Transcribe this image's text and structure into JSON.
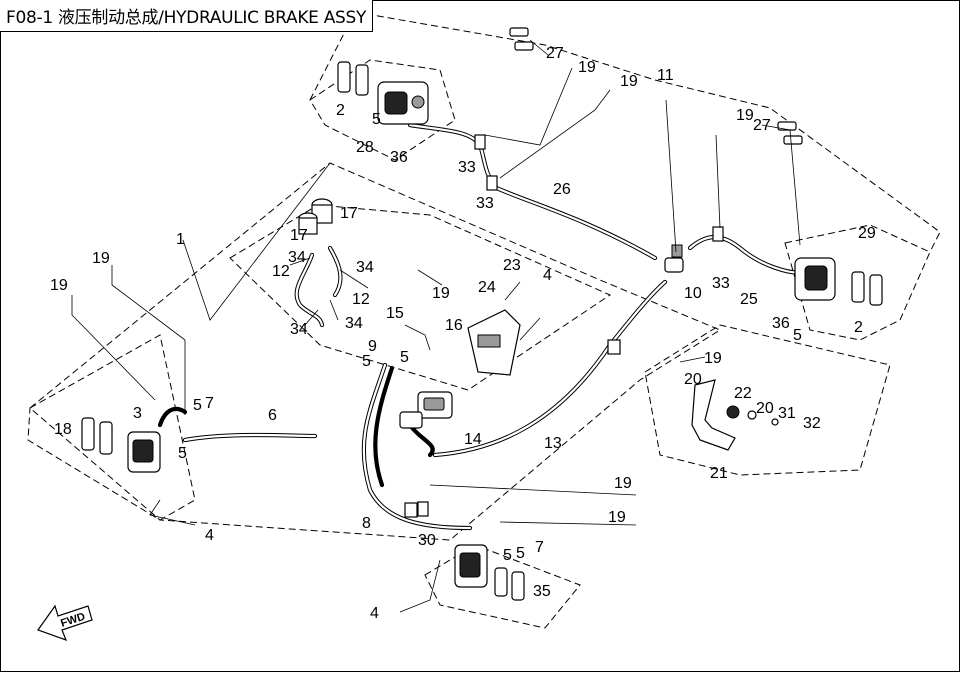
{
  "title": "F08-1 液压制动总成/HYDRAULIC BRAKE ASSY",
  "fwd_label": "FWD",
  "callouts": {
    "c1": "1",
    "c2a": "2",
    "c2b": "2",
    "c3": "3",
    "c4a": "4",
    "c4b": "4",
    "c4c": "4",
    "c5a": "5",
    "c5b": "5",
    "c5c": "5",
    "c5d": "5",
    "c5e": "5",
    "c5f": "5",
    "c5g": "5",
    "c6": "6",
    "c7a": "7",
    "c7b": "7",
    "c8": "8",
    "c9": "9",
    "c10": "10",
    "c11": "11",
    "c12a": "12",
    "c12b": "12",
    "c13": "13",
    "c14": "14",
    "c15": "15",
    "c16": "16",
    "c17a": "17",
    "c17b": "17",
    "c18": "18",
    "c19a": "19",
    "c19b": "19",
    "c19c": "19",
    "c19d": "19",
    "c19e": "19",
    "c19f": "19",
    "c19g": "19",
    "c19h": "19",
    "c19i": "19",
    "c20a": "20",
    "c20b": "20",
    "c21": "21",
    "c22": "22",
    "c23": "23",
    "c24": "24",
    "c25": "25",
    "c26": "26",
    "c27a": "27",
    "c27b": "27",
    "c28": "28",
    "c29": "29",
    "c30": "30",
    "c31": "31",
    "c32": "32",
    "c33a": "33",
    "c33b": "33",
    "c33c": "33",
    "c34a": "34",
    "c34b": "34",
    "c34c": "34",
    "c34d": "34",
    "c35": "35",
    "c36a": "36",
    "c36b": "36"
  }
}
